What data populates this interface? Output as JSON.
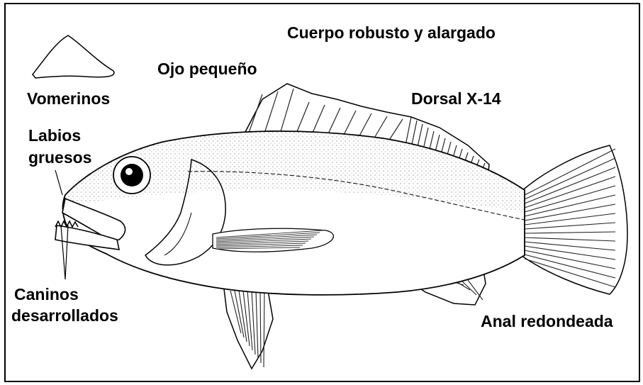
{
  "diagram": {
    "labels": {
      "body": "Cuerpo robusto y alargado",
      "eye": "Ojo pequeño",
      "dorsal": "Dorsal X-14",
      "vomerine": "Vomerinos",
      "lips_line1": "Labios",
      "lips_line2": "gruesos",
      "canines_line1": "Caninos",
      "canines_line2": "desarrollados",
      "anal": "Anal redondeada"
    },
    "colors": {
      "ink": "#000000",
      "paper": "#ffffff",
      "fin_stroke": "#222222"
    }
  }
}
